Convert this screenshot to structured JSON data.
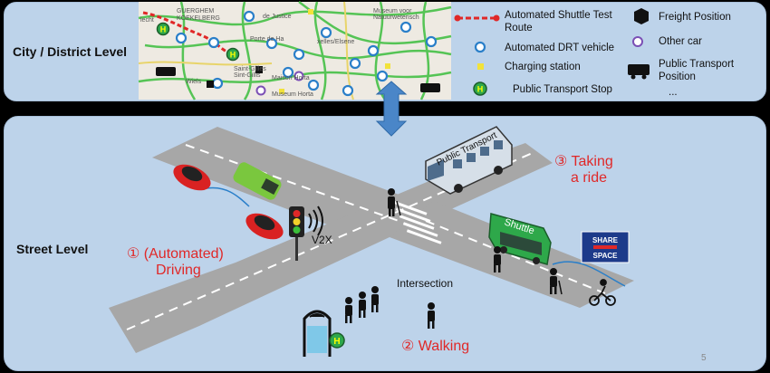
{
  "levels": {
    "city": "City / District Level",
    "street": "Street Level"
  },
  "legend": {
    "shuttle_route": "Automated Shuttle Test Route",
    "drt": "Automated DRT vehicle",
    "charging": "Charging station",
    "pt_stop": "Public Transport Stop",
    "freight": "Freight Position",
    "other_car": "Other car",
    "pt_position": "Public Transport Position",
    "more": "..."
  },
  "map": {
    "labels": [
      "lecht",
      "GUERGHEM",
      "KOEKELBERG",
      "de Justice",
      "Porte de Ha",
      "Museum voor",
      "Natuurwetensch",
      "xelles/Elsene",
      "Saint-Gilles",
      "Sint-Gillis",
      "Wiels",
      "Maison Horta",
      "Museum Horta"
    ],
    "pt_stop_letter": "H"
  },
  "street": {
    "v2x": "V2X",
    "intersection": "Intersection",
    "bus_text": "Public Transport",
    "shuttle_text": "Shuttle",
    "share_line1": "SHARE",
    "share_line2": "SPACE",
    "stop_letter": "H",
    "modes": [
      {
        "num": "①",
        "label1": "(Automated)",
        "label2": "Driving"
      },
      {
        "num": "②",
        "label1": "Walking"
      },
      {
        "num": "③",
        "label1": "Taking",
        "label2": "a ride"
      }
    ]
  },
  "page_number": "5",
  "colors": {
    "panel": "#bdd3ea",
    "road": "#a7a7a7",
    "mode_red": "#e02828",
    "arrow": "#4a86c8",
    "route": "#e02828"
  }
}
